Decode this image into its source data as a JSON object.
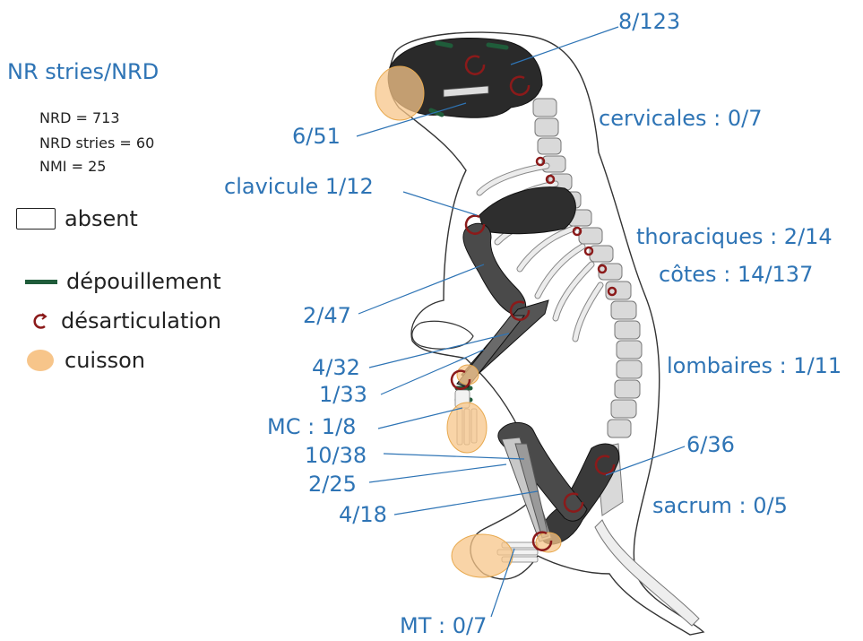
{
  "legend": {
    "title": "NR stries/NRD",
    "stats": [
      "NRD = 713",
      "NRD stries = 60",
      "NMI = 25"
    ],
    "items": [
      "absent",
      "dépouillement",
      "désarticulation",
      "cuisson"
    ]
  },
  "labels": {
    "crane": "8/123",
    "mandibule": "6/51",
    "cervicales": "cervicales : 0/7",
    "clavicule": "clavicule 1/12",
    "thoraciques": "thoraciques : 2/14",
    "cotes": "côtes : 14/137",
    "humerus": "2/47",
    "lombaires": "lombaires : 1/11",
    "radius": "4/32",
    "ulna": "1/33",
    "mc": "MC : 1/8",
    "femur": "10/38",
    "tibia": "2/25",
    "fibula": "4/18",
    "coxal": "6/36",
    "sacrum": "sacrum : 0/5",
    "mt": "MT : 0/7"
  },
  "colors": {
    "label": "#2e74b5",
    "bone_dark": "#3a3a3a",
    "bone_mid": "#5a5a5a",
    "bone_light": "#d9d9d9",
    "depouillement": "#1f5c3a",
    "desarticulation": "#8b1a1a",
    "cuisson": "#f7c58a"
  }
}
